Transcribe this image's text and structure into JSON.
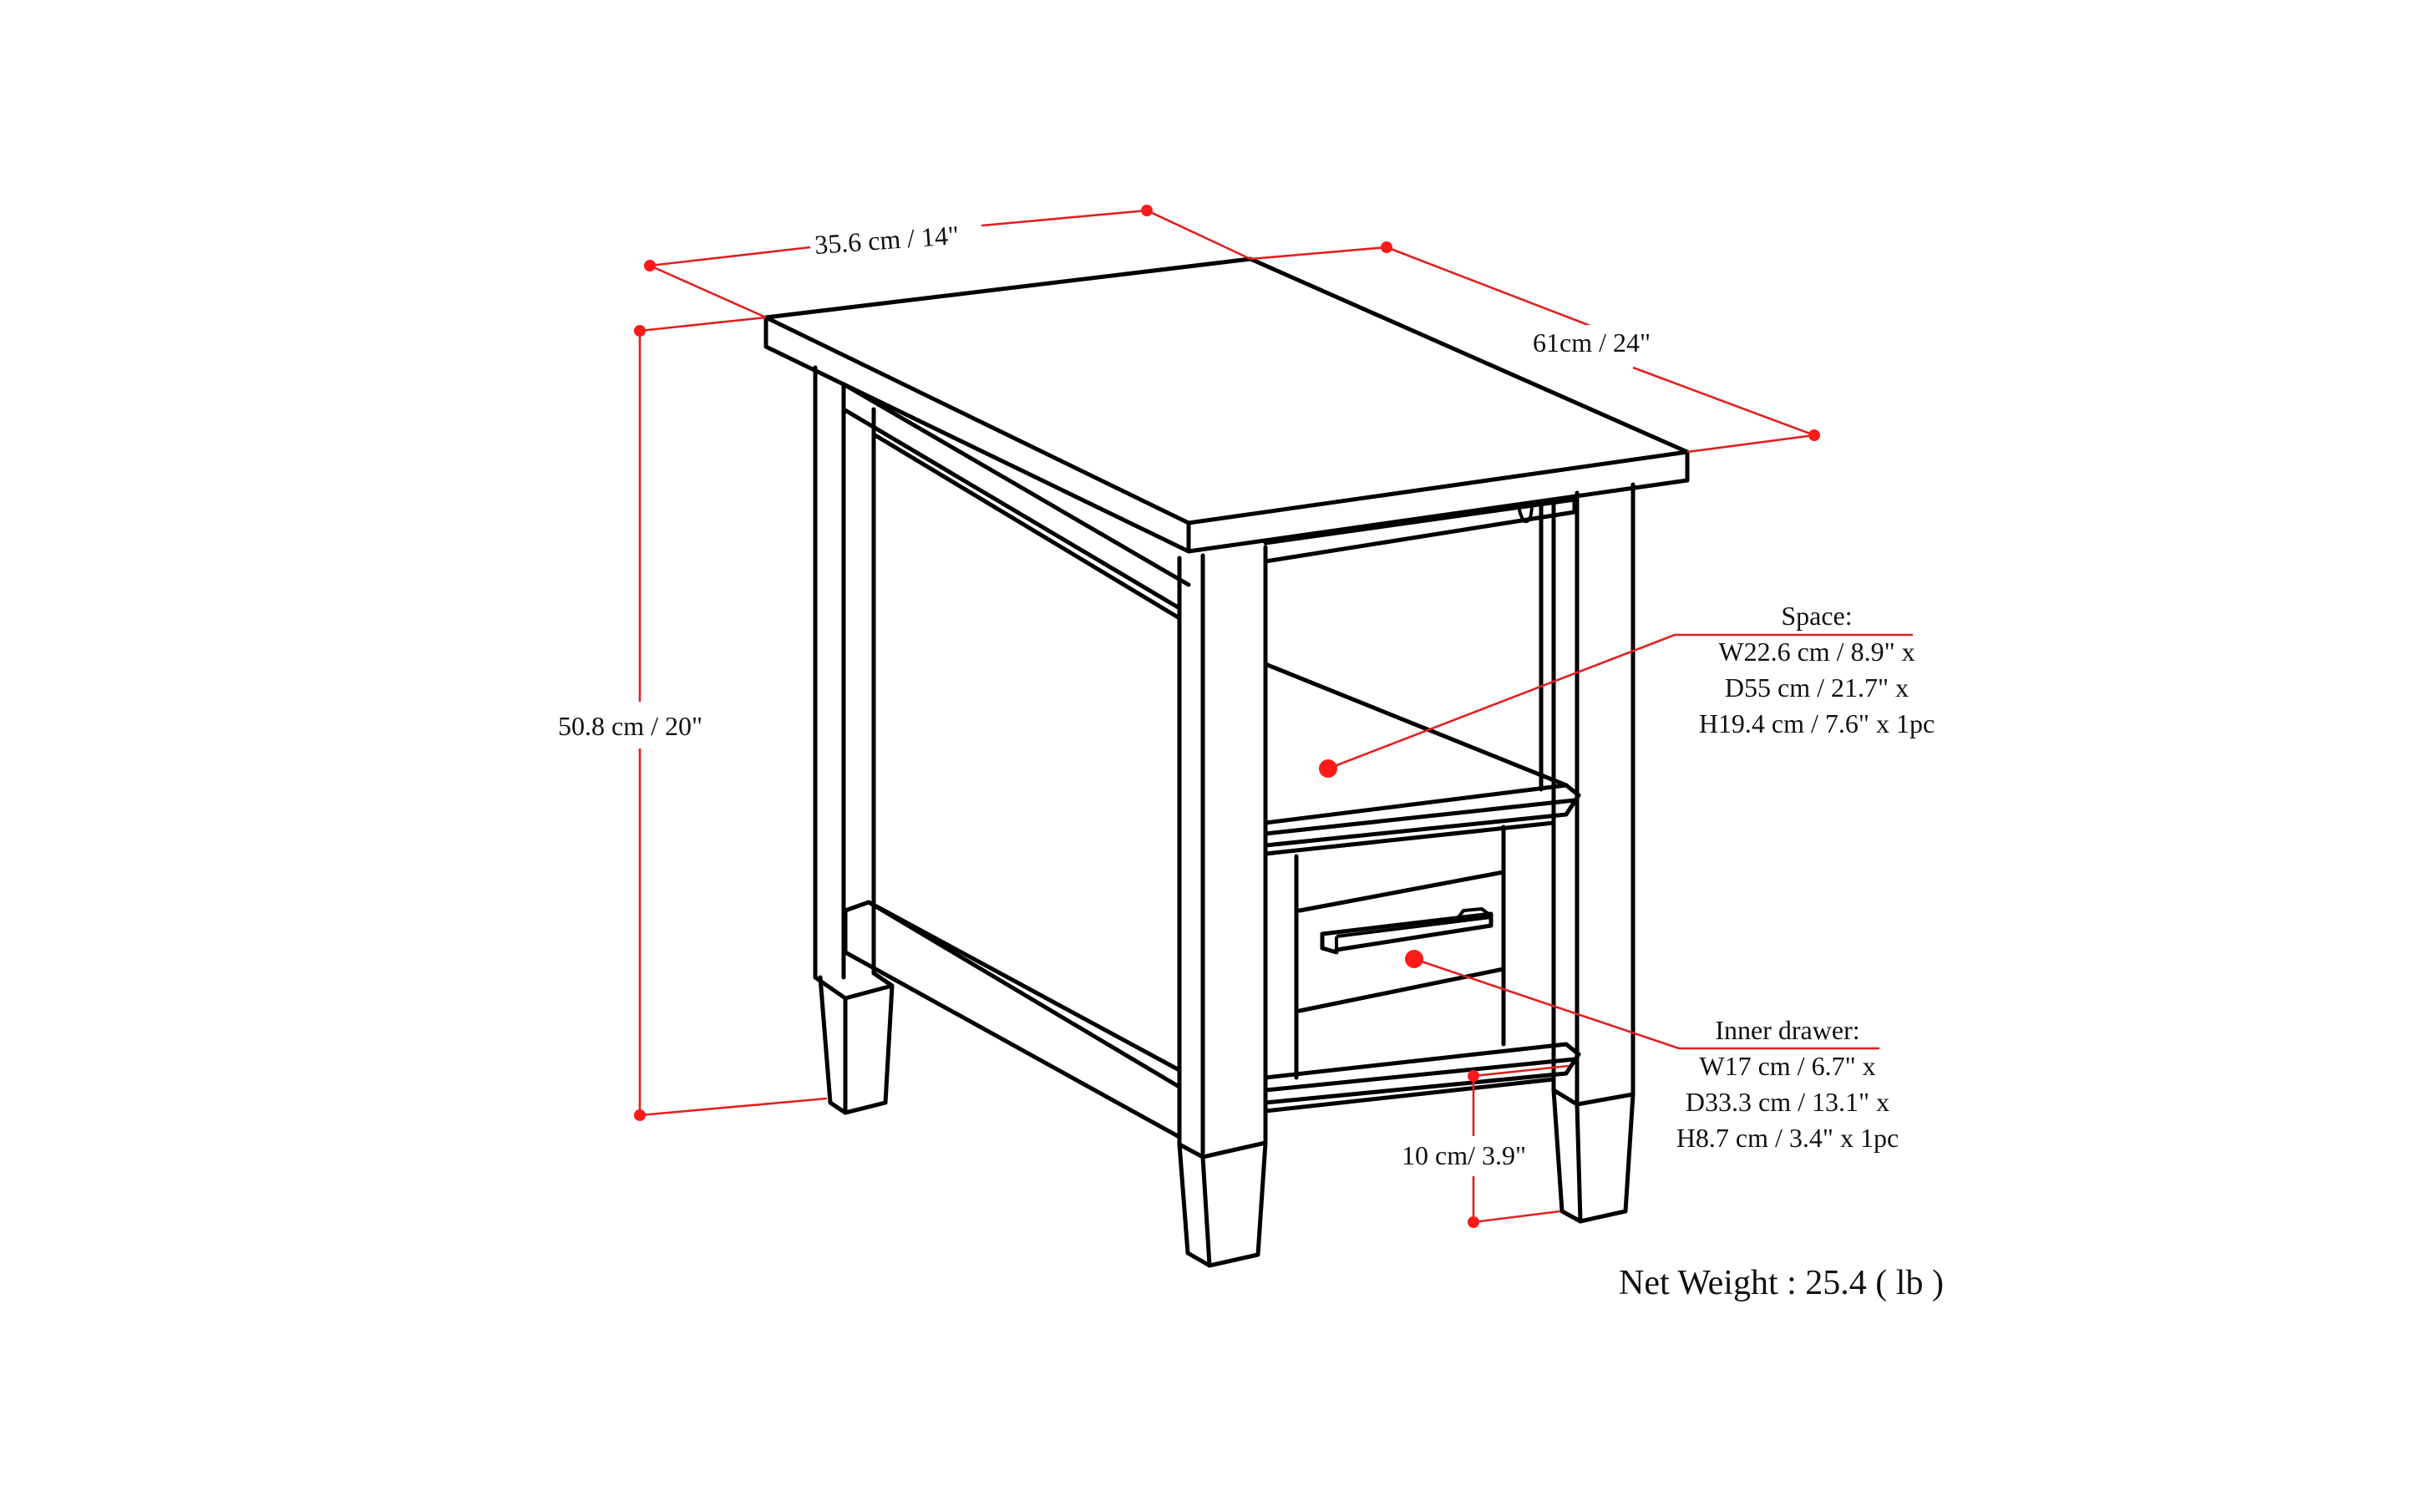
{
  "product": "End table with shelf and drawer",
  "colors": {
    "line": "#000000",
    "dimension": "#e02020",
    "marker": "#ff1a1a",
    "background": "#ffffff"
  },
  "dimensions": {
    "width": "35.6 cm / 14\"",
    "depth": "61cm / 24\"",
    "height": "50.8 cm / 20\"",
    "clearance": "10 cm/ 3.9\""
  },
  "space": {
    "title": "Space:",
    "lines": [
      "W22.6 cm / 8.9\" x",
      "D55 cm / 21.7\" x",
      "H19.4 cm / 7.6\" x 1pc"
    ]
  },
  "inner_drawer": {
    "title": "Inner drawer:",
    "lines": [
      "W17 cm / 6.7\" x",
      "D33.3 cm / 13.1\" x",
      "H8.7 cm / 3.4\" x 1pc"
    ]
  },
  "net_weight": "Net Weight : 25.4 ( lb )"
}
